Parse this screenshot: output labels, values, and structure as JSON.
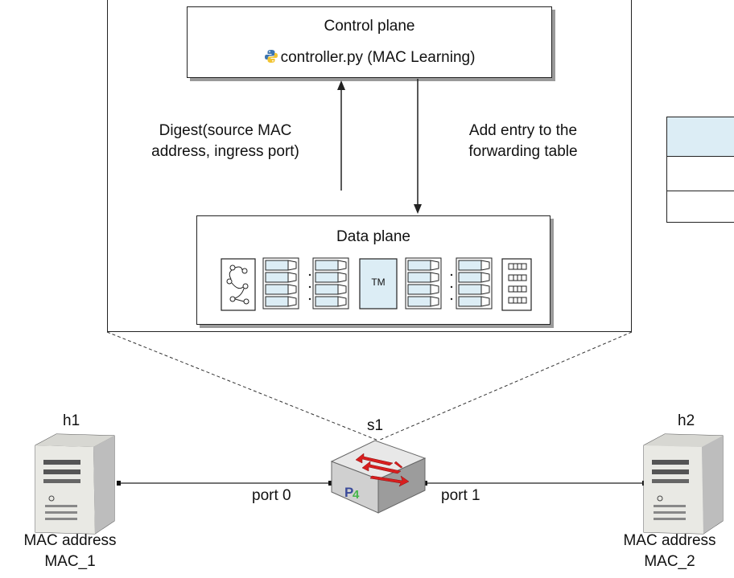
{
  "control_plane": {
    "title": "Control plane",
    "program": "controller.py (MAC Learning)",
    "icon": "python-icon"
  },
  "digest_label": {
    "line1": "Digest(source MAC",
    "line2": "address, ingress port)"
  },
  "add_entry_label": {
    "line1": "Add entry to the",
    "line2": "forwarding table"
  },
  "data_plane": {
    "title": "Data plane",
    "tm_label": "TM"
  },
  "switch": {
    "name": "s1",
    "logo": "P4",
    "icon": "switch-icon"
  },
  "host1": {
    "name": "h1",
    "line1": "MAC address",
    "line2": "MAC_1",
    "port": "port 0",
    "icon": "server-icon"
  },
  "host2": {
    "name": "h2",
    "line1": "MAC address",
    "line2": "MAC_2",
    "port": "port 1",
    "icon": "server-icon"
  },
  "colors": {
    "stage_fill": "#dcedf5",
    "arrow_red": "#d81e1e",
    "line": "#222222"
  }
}
